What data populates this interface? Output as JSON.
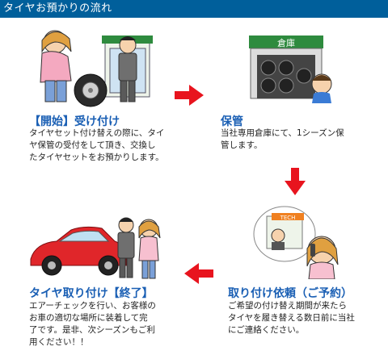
{
  "header": {
    "title": "タイヤお預かりの流れ"
  },
  "colors": {
    "header_bg": "#005f9b",
    "title_blue": "#1a5fb4",
    "arrow_red": "#e8141e"
  },
  "steps": [
    {
      "title": "【開始】受け付け",
      "lines": [
        "タイヤセット付け替えの際に、タイ",
        "ヤ保管の受付をして頂き、交換し",
        "たタイヤセットをお預かりします。"
      ],
      "icon": "reception-illustration"
    },
    {
      "title": "保管",
      "lines": [
        "当社専用倉庫にて、1シーズン保",
        "管します。"
      ],
      "sign": "倉庫",
      "icon": "warehouse-illustration"
    },
    {
      "title": "取り付け依頼（ご予約）",
      "lines": [
        "ご希望の付け替え期間が来たら",
        "タイヤを履き替える数日前に当社",
        "にご連絡ください。"
      ],
      "icon": "phone-call-illustration"
    },
    {
      "title": "タイヤ取り付け【終了】",
      "lines": [
        "エアーチェックを行い、お客様の",
        "お車の適切な場所に装着して完",
        "了です。是非、次シーズンもご利",
        "用ください！！"
      ],
      "icon": "car-handover-illustration"
    }
  ]
}
